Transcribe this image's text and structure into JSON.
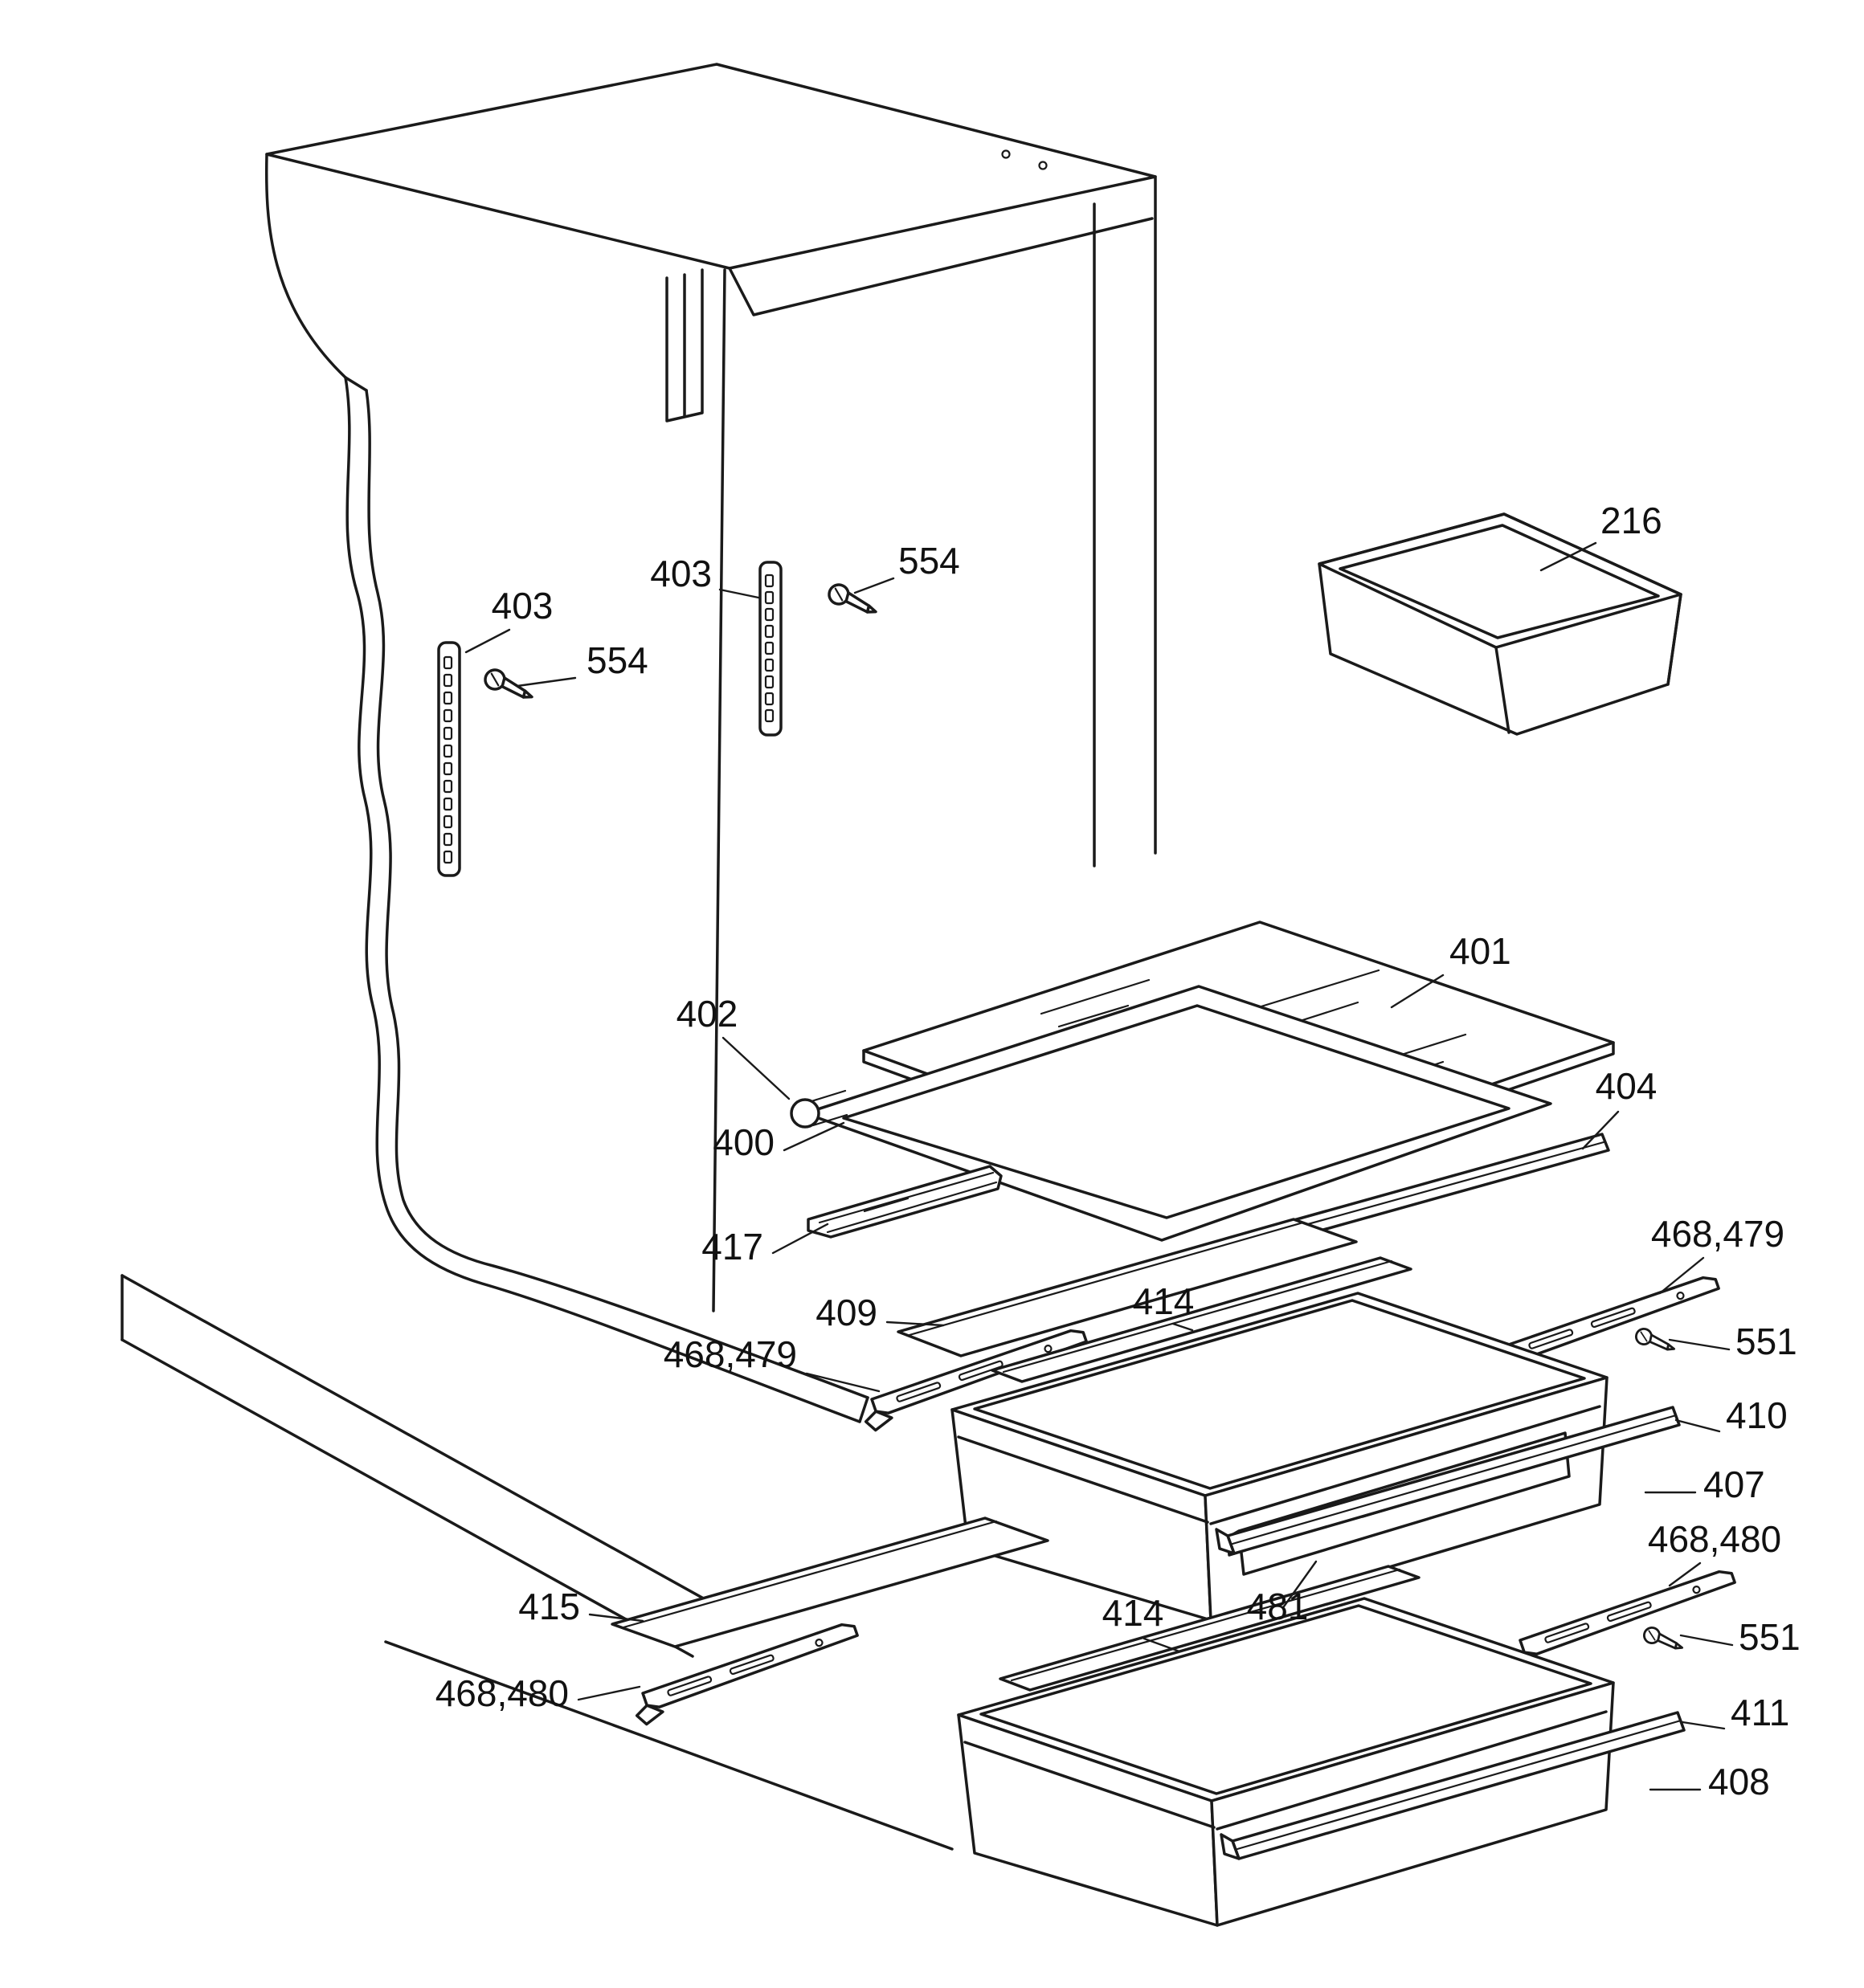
{
  "figure": {
    "kind": "exploded-parts-diagram",
    "description": "Refrigerator fresh-food section exploded view line drawing with numbered part callouts",
    "background": "#ffffff",
    "line_color": "#1a1a1a",
    "text_color": "#111111"
  },
  "labels": [
    {
      "id": "216",
      "text": "216"
    },
    {
      "id": "403-upper",
      "text": "403"
    },
    {
      "id": "554-upper",
      "text": "554"
    },
    {
      "id": "403-lower",
      "text": "403"
    },
    {
      "id": "554-lower",
      "text": "554"
    },
    {
      "id": "401",
      "text": "401"
    },
    {
      "id": "402",
      "text": "402"
    },
    {
      "id": "400",
      "text": "400"
    },
    {
      "id": "404",
      "text": "404"
    },
    {
      "id": "417",
      "text": "417"
    },
    {
      "id": "409",
      "text": "409"
    },
    {
      "id": "468-479-right",
      "text": "468,479"
    },
    {
      "id": "414-upper",
      "text": "414"
    },
    {
      "id": "551-upper",
      "text": "551"
    },
    {
      "id": "468-479-left",
      "text": "468,479"
    },
    {
      "id": "410",
      "text": "410"
    },
    {
      "id": "407",
      "text": "407"
    },
    {
      "id": "481",
      "text": "481"
    },
    {
      "id": "415",
      "text": "415"
    },
    {
      "id": "468-480-right",
      "text": "468,480"
    },
    {
      "id": "414-lower",
      "text": "414"
    },
    {
      "id": "551-lower",
      "text": "551"
    },
    {
      "id": "468-480-left",
      "text": "468,480"
    },
    {
      "id": "411",
      "text": "411"
    },
    {
      "id": "408",
      "text": "408"
    }
  ]
}
